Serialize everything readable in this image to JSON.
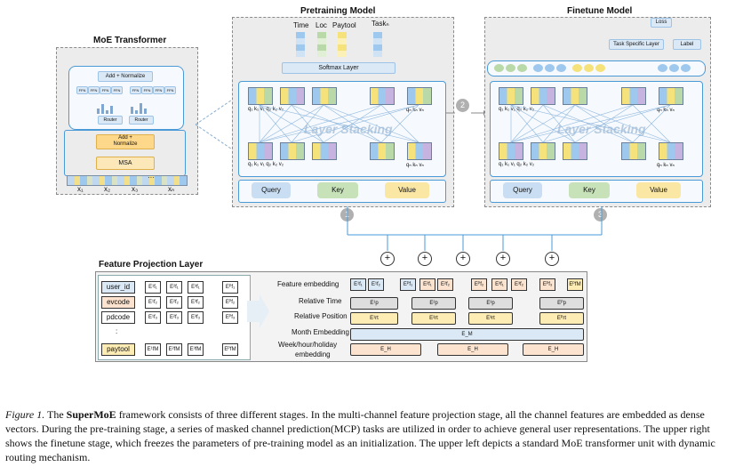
{
  "moe": {
    "title": "MoE Transformer",
    "add_norm_top": "Add + Normalize",
    "router1": "Router",
    "router2": "Router",
    "add_norm_bottom_1": "Add +",
    "add_norm_bottom_2": "Normalize",
    "msa": "MSA",
    "x_labels": [
      "x₁",
      "x₂",
      "x₃",
      "xₙ"
    ],
    "ffn_label": "FFN",
    "dots": "···"
  },
  "pretrain": {
    "title": "Pretraining Model",
    "tasks": [
      "Time",
      "Loc",
      "Paytool",
      "Taskₙ"
    ],
    "softmax": "Softmax Layer",
    "layer_stacking": "Layer Stacking",
    "qkv_top": "q₁ k₁ v₁  q₂ k₂ v₂",
    "qkv_top_n": "qₙ kₙ vₙ",
    "query": "Query",
    "key": "Key",
    "value": "Value"
  },
  "finetune": {
    "title": "Finetune Model",
    "loss": "Loss",
    "task_specific": "Task Specific Layer",
    "label": "Label",
    "layer_stacking": "Layer Stacking",
    "qkv_top": "q₁ k₁ v₁  q₂ k₂ v₂",
    "qkv_top_n": "qₙ kₙ vₙ",
    "query": "Query",
    "key": "Key",
    "value": "Value"
  },
  "steps": [
    "1",
    "2",
    "3"
  ],
  "fpl": {
    "title": "Feature Projection Layer",
    "features": [
      "user_id",
      "evcode",
      "pdcode",
      ":",
      "paytool"
    ],
    "feature_embedding": "Feature embedding",
    "relative_time": "Relative Time",
    "relative_position": "Relative Position",
    "month_embedding": "Month Embedding",
    "week_hour": "Week/hour/holiday",
    "embedding": "embedding",
    "emb_rows": [
      [
        "E¹f₁",
        "E²f₁",
        "E³f₁",
        "Eᴾf₁"
      ],
      [
        "E¹f₂",
        "E²f₂",
        "E³f₂",
        "Eᴾf₂"
      ],
      [
        "E¹f₃",
        "E²f₃",
        "E³f₃",
        "Eᴾf₃"
      ],
      [
        "E¹fM",
        "E²fM",
        "E³fM",
        "EᴾfM"
      ]
    ],
    "rt": [
      "E¹rt",
      "E²rt",
      "E³rt",
      "Eᴾrt"
    ],
    "rp": [
      "E¹p",
      "E²p",
      "E³p",
      "Eᴾp"
    ],
    "month": "E_M",
    "wh": [
      "E_H",
      "E_H",
      "E_H"
    ]
  },
  "caption": {
    "fig": "Figure 1.",
    "name": "SuperMoE",
    "text": " framework consists of three different stages. In the multi-channel feature projection stage, all the channel features are embedded as dense vectors. During the pre-training stage, a series of masked channel prediction(MCP) tasks are utilized in order to achieve general user representations. The upper right shows the finetune stage, which freezes the parameters of pre-training model as an initialization. The upper left depicts a standard MoE transformer unit with dynamic routing mechanism."
  }
}
